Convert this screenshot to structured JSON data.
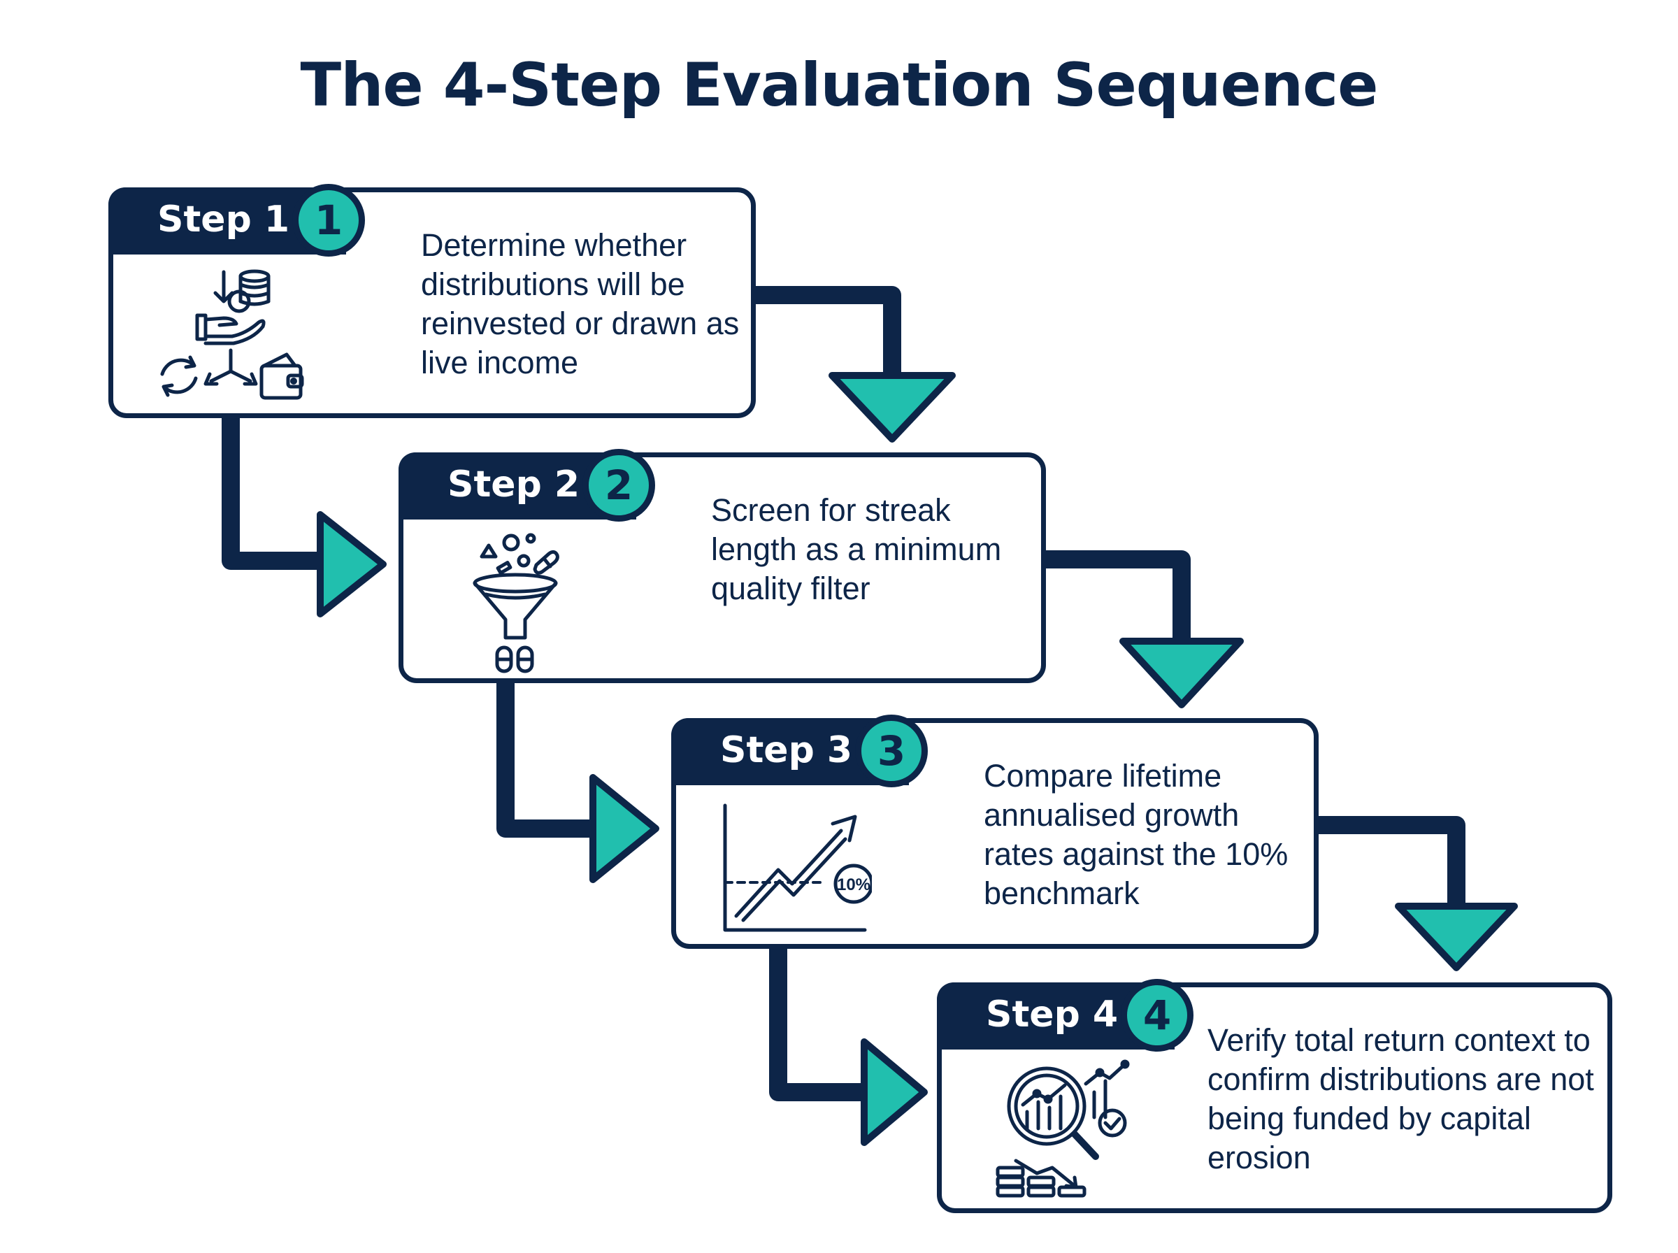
{
  "title": "The 4-Step Evaluation Sequence",
  "colors": {
    "navy": "#0d2548",
    "teal": "#21bfae",
    "background": "#ffffff"
  },
  "steps": [
    {
      "label": "Step 1",
      "number": "1",
      "text": "Determine whether distributions will be reinvested or drawn as live income",
      "icon": "income-choice-icon"
    },
    {
      "label": "Step 2",
      "number": "2",
      "text": "Screen for streak length as a minimum quality filter",
      "icon": "funnel-filter-icon"
    },
    {
      "label": "Step 3",
      "number": "3",
      "text": "Compare lifetime annualised growth rates against the 10% benchmark",
      "icon": "growth-chart-icon",
      "icon_label": "10%"
    },
    {
      "label": "Step 4",
      "number": "4",
      "text": "Verify total return context to confirm distributions are not being funded by capital erosion",
      "icon": "analysis-magnifier-icon"
    }
  ]
}
